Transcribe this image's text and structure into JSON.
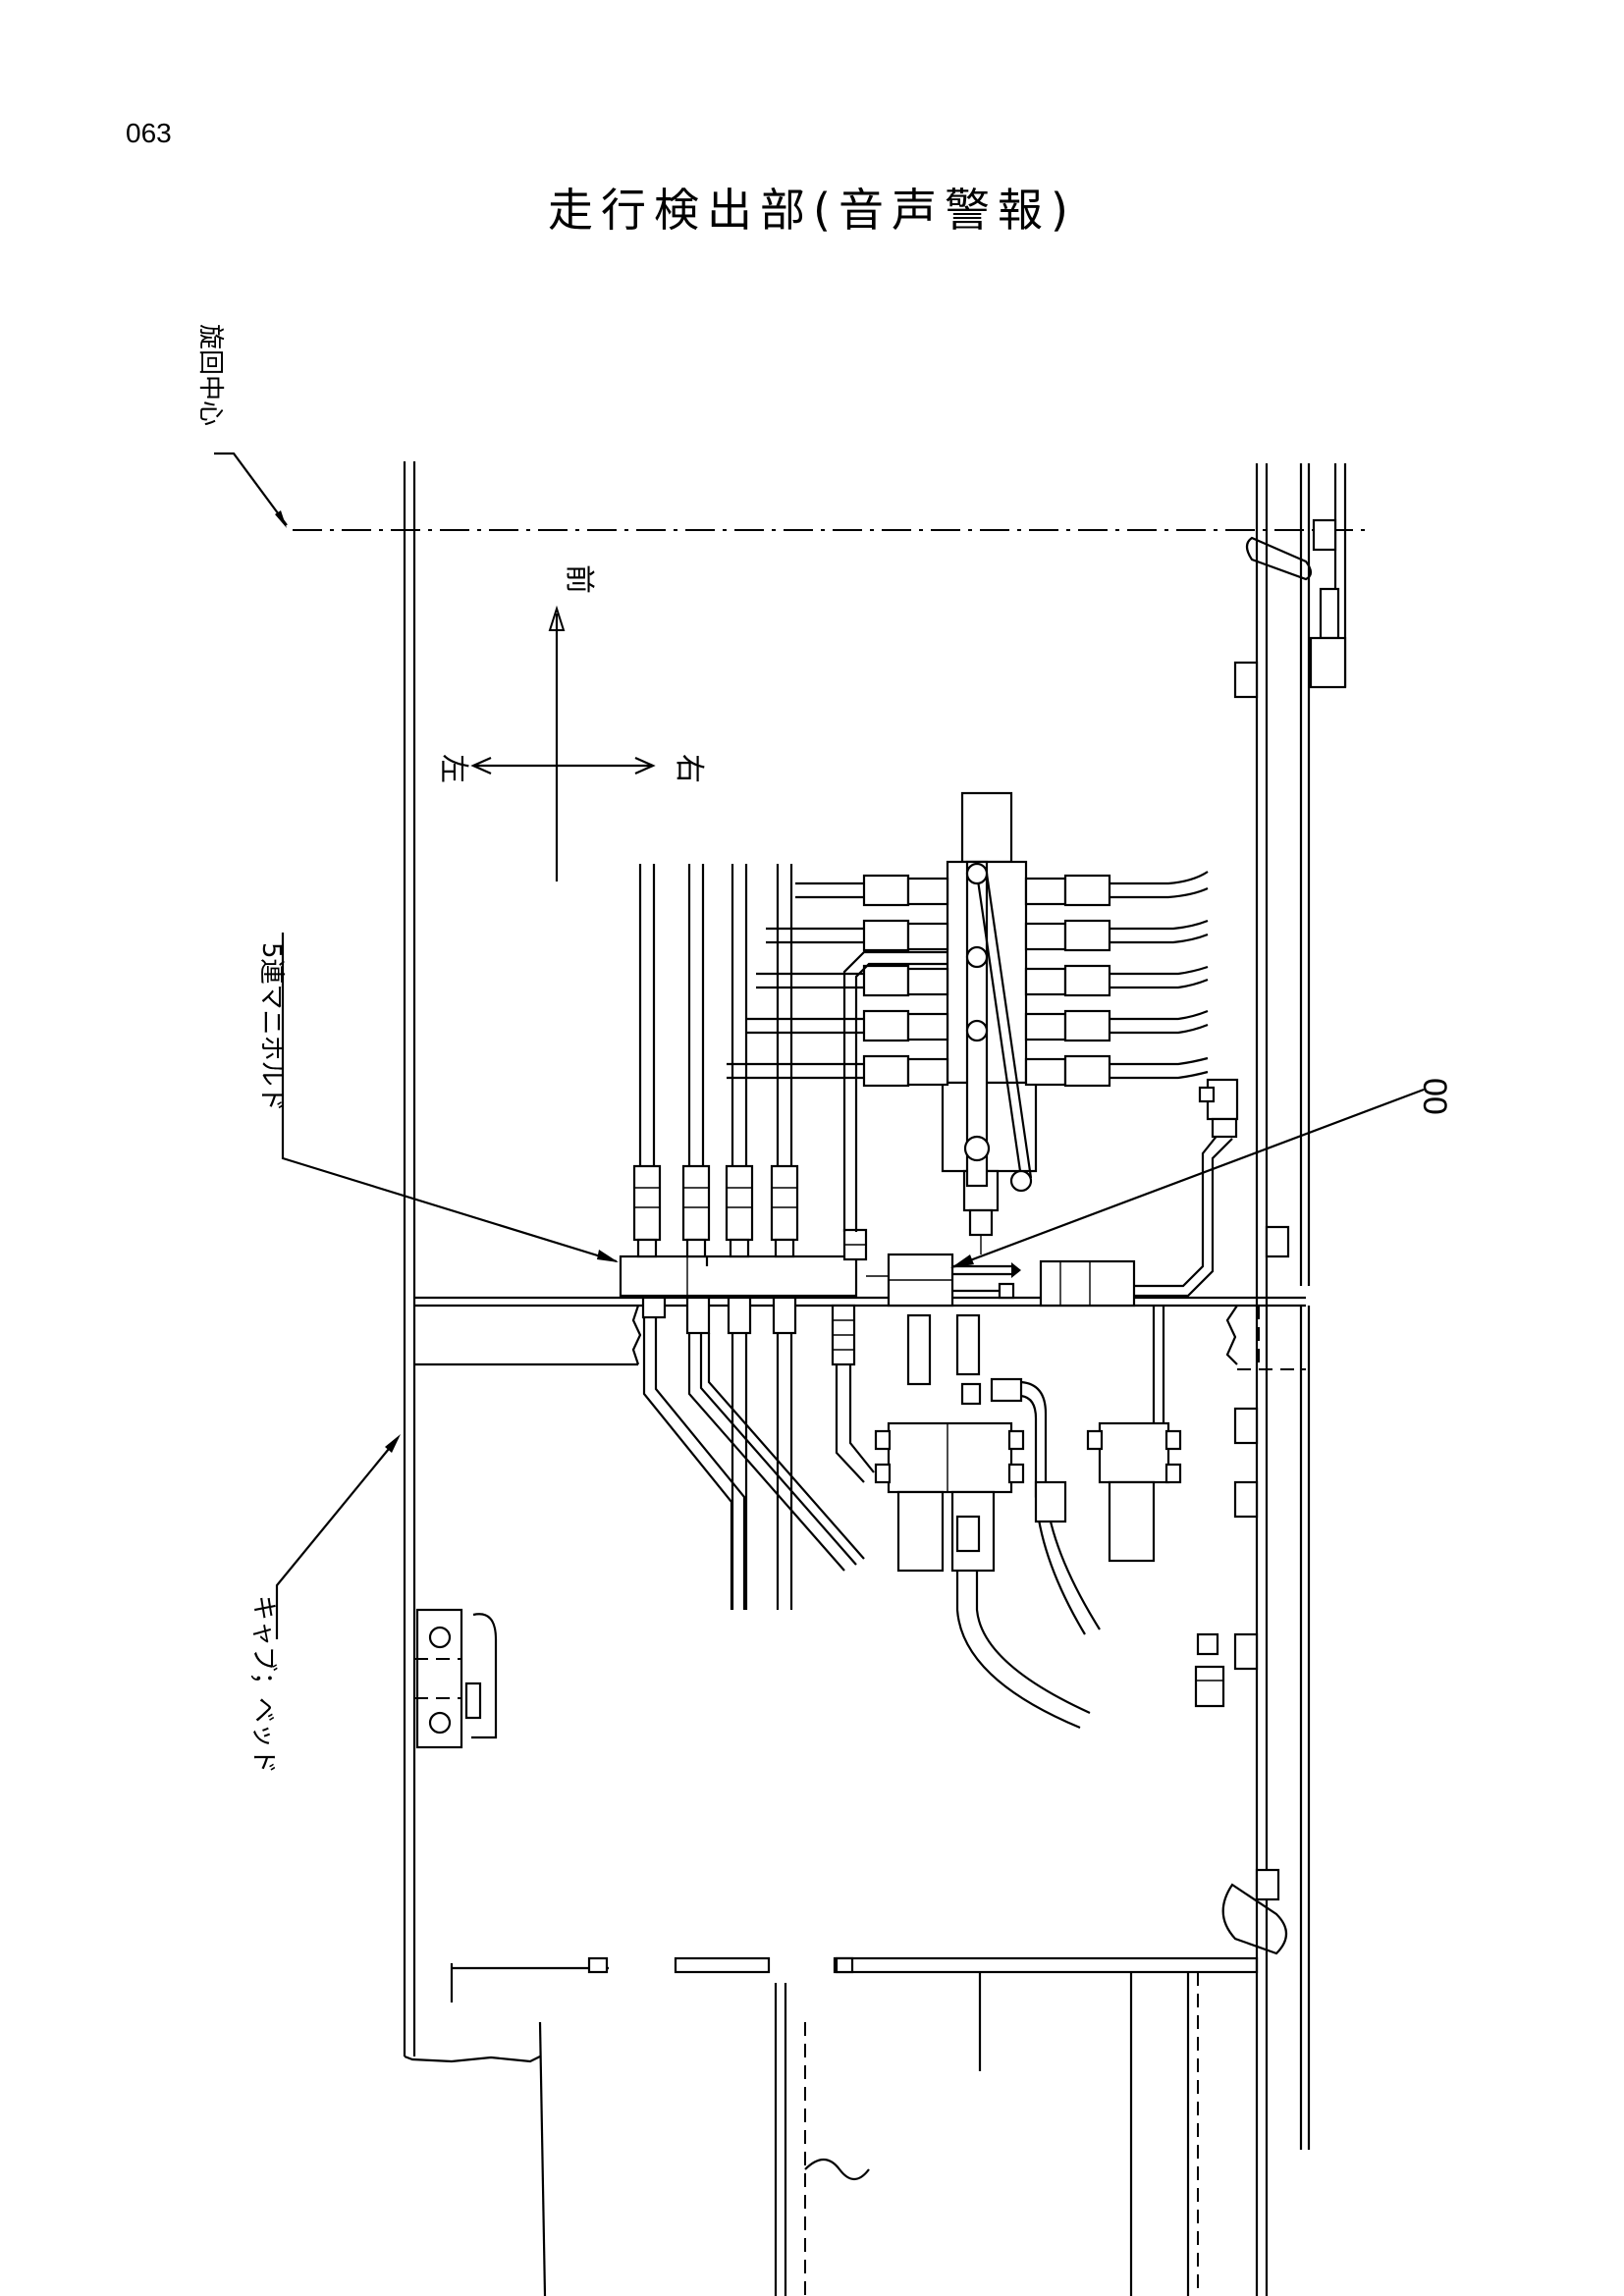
{
  "page_number": "063",
  "title": "走行検出部(音声警報)",
  "labels": {
    "rotation_center": "旋回中心",
    "manifold": "5連マニホルド",
    "cab_bed": "キャブ；ベッド",
    "part_callout": "00"
  },
  "directions": {
    "front": "前",
    "left": "左",
    "right": "右"
  }
}
